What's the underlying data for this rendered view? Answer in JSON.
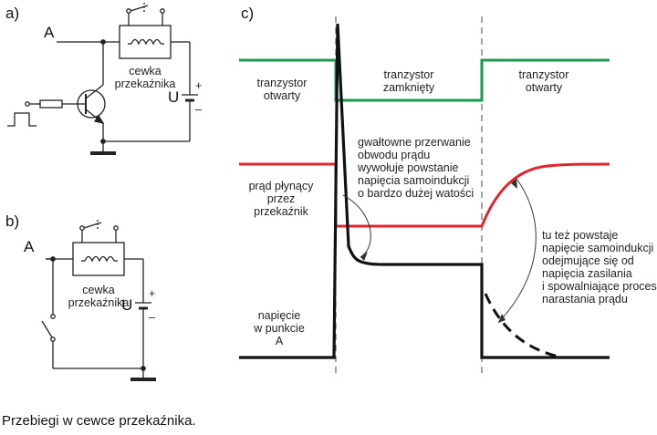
{
  "panel_labels": {
    "a": "a)",
    "b": "b)",
    "c": "c)"
  },
  "schematic_a": {
    "node": "A",
    "coil_label": [
      "cewka",
      "przekaźnika"
    ],
    "supply": "U",
    "plus": "+",
    "minus": "–"
  },
  "schematic_b": {
    "node": "A",
    "coil_label": [
      "cewka",
      "przekaźnika"
    ],
    "supply": "U",
    "plus": "+",
    "minus": "–"
  },
  "waveforms": {
    "state_open_left": [
      "tranzystor",
      "otwarty"
    ],
    "state_closed": [
      "tranzystor",
      "zamknięty"
    ],
    "state_open_right": [
      "tranzystor",
      "otwarty"
    ],
    "current_label": [
      "prąd płynący",
      "przez",
      "przekaźnik"
    ],
    "voltage_label": [
      "napięcie",
      "w punkcie",
      "A"
    ],
    "annotation_break": [
      "gwałtowne przerwanie",
      "obwodu prądu",
      "wywołuje powstanie",
      "napięcia samoindukcji",
      "o bardzo dużej watości"
    ],
    "annotation_rise": [
      "tu też powstaje",
      "napięcie samoindukcji",
      "odejmujące się od",
      "napięcia zasilania",
      "i spowalniające proces",
      "narastania prądu"
    ],
    "colors": {
      "transistor": "#1a9a4a",
      "current": "#e0262d",
      "voltage": "#111111"
    }
  },
  "caption": "Przebiegi w cewce przekaźnika."
}
